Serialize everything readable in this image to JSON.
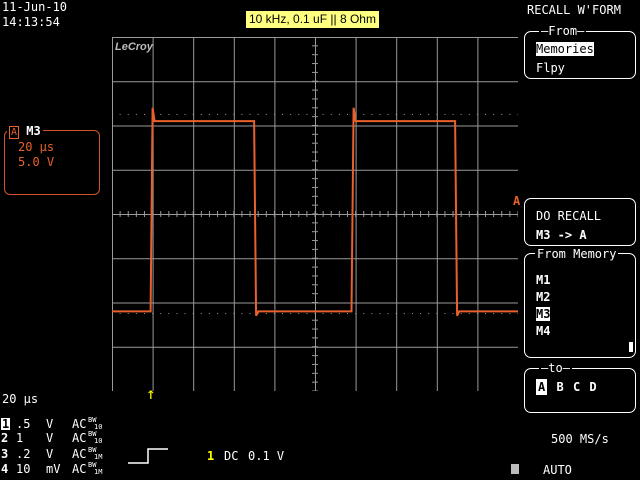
{
  "header": {
    "date": "11-Jun-10",
    "time": "14:13:54",
    "title": "10 kHz, 0.1 uF || 8 Ohm",
    "brand": "LeCroy"
  },
  "menu": {
    "title": "RECALL W'FORM",
    "from": {
      "legend": "From",
      "options": [
        "Memories",
        "Flpy"
      ],
      "selected": "Memories"
    },
    "do_recall": {
      "line1": "DO RECALL",
      "line2": "M3 -> A"
    },
    "from_memory": {
      "legend": "From Memory",
      "options": [
        "M1",
        "M2",
        "M3",
        "M4"
      ],
      "selected": "M3"
    },
    "to": {
      "legend": "to",
      "options": [
        "A",
        "B",
        "C",
        "D"
      ],
      "selected": "A"
    },
    "sample_rate": "500 MS/s",
    "trigger_mode": "AUTO"
  },
  "trace": {
    "badge": "A",
    "name": "M3",
    "timebase": "20 µs",
    "volts": "5.0 V",
    "marker": "A",
    "color": "#e8612c"
  },
  "timebase": "20 µs",
  "channels": [
    {
      "num": "1",
      "volts": ".5",
      "unit": "V",
      "coupling": "AC",
      "sup": "BW",
      "sub": "10"
    },
    {
      "num": "2",
      "volts": "1",
      "unit": "V",
      "coupling": "AC",
      "sup": "BW",
      "sub": "10"
    },
    {
      "num": "3",
      "volts": ".2",
      "unit": "V",
      "coupling": "AC",
      "sup": "BW",
      "sub": "1M"
    },
    {
      "num": "4",
      "volts": "10",
      "unit": "mV",
      "coupling": "AC",
      "sup": "BW",
      "sub": "1M"
    }
  ],
  "trigger": {
    "channel": "1",
    "coupling": "DC",
    "level": "0.1 V"
  },
  "colors": {
    "trace": "#e8612c",
    "grid": "#9a9a9a",
    "trigger_arrow": "#ffff00",
    "title_bg": "#ffff80"
  },
  "chart_data": {
    "type": "line",
    "grid": true,
    "x_divisions": 10,
    "y_divisions": 8,
    "series": [
      {
        "x": [
          0,
          1.9,
          2.0,
          2.1,
          7.0,
          7.1,
          7.2,
          11.8,
          11.9,
          12.0,
          16.9,
          17.0,
          17.1,
          20.0
        ],
        "y": [
          -2.2,
          -2.2,
          2.4,
          2.1,
          2.1,
          -2.3,
          -2.2,
          -2.2,
          2.4,
          2.1,
          2.1,
          -2.3,
          -2.2,
          -2.2
        ]
      }
    ]
  }
}
